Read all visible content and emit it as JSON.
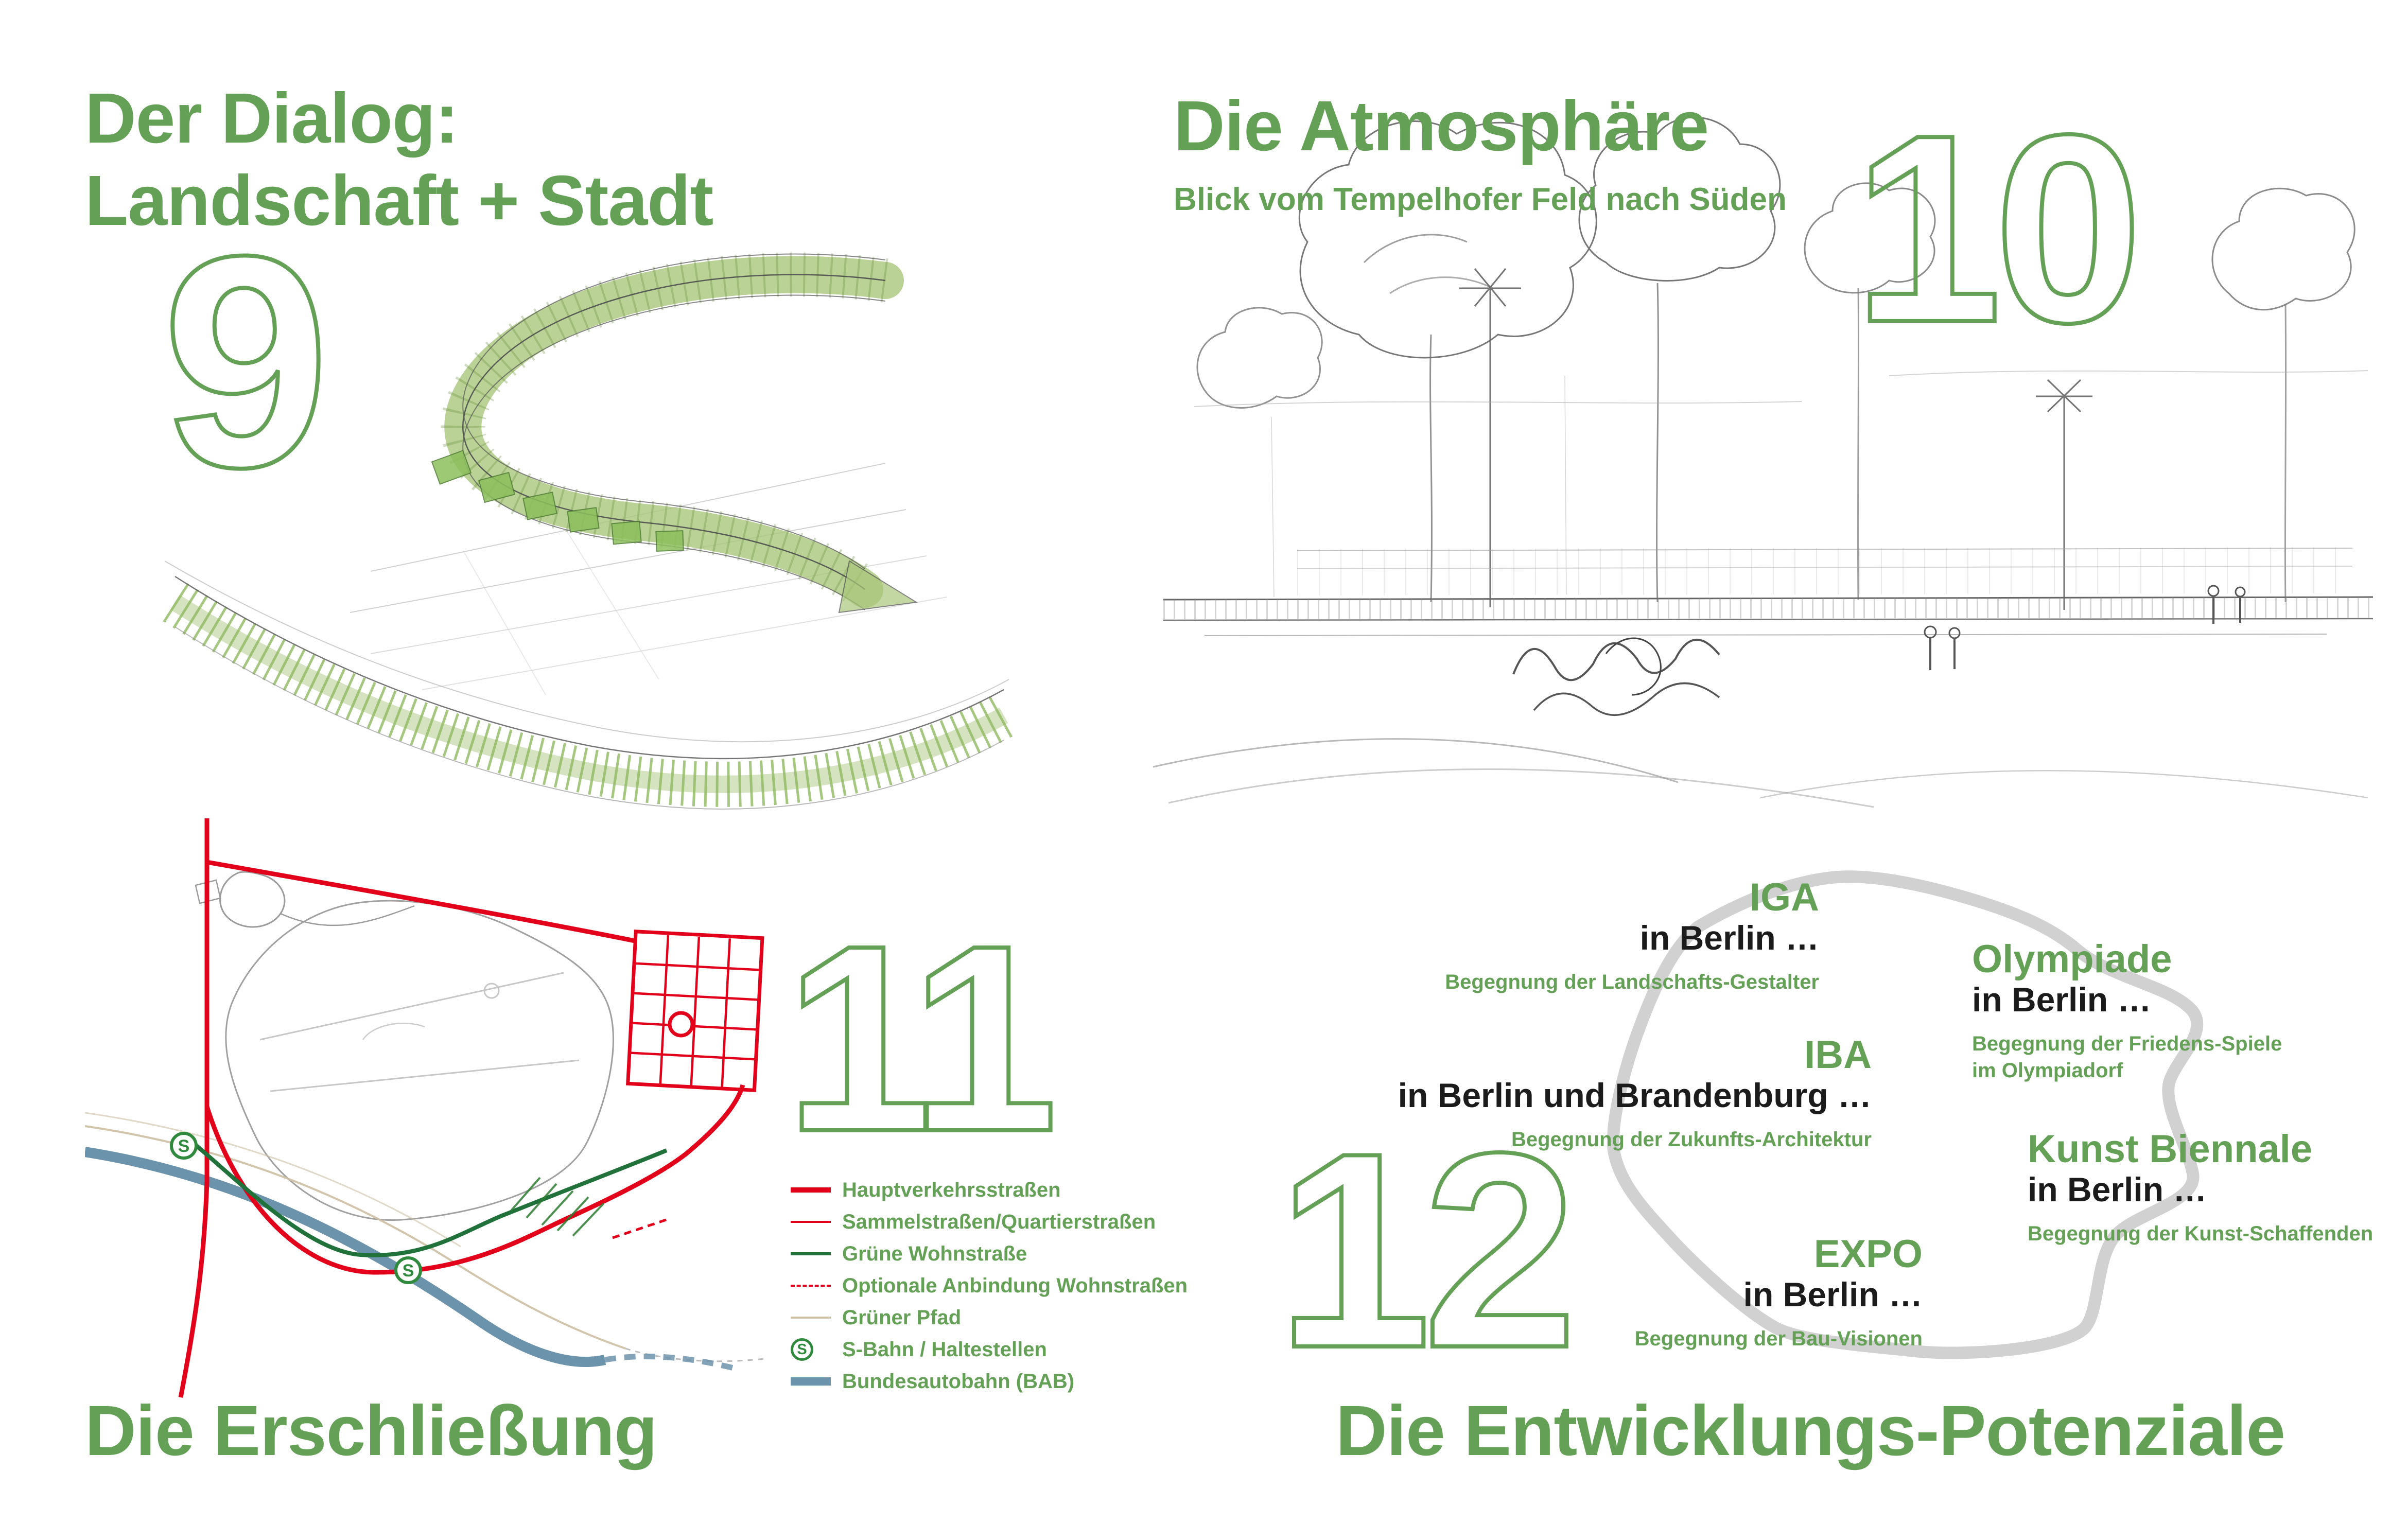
{
  "colors": {
    "green": "#64a156",
    "dark_green": "#20713a",
    "sbahn_green": "#2f8a3d",
    "red": "#e2001a",
    "autobahn_blue": "#6c93ac",
    "path_tan": "#cdbfa3",
    "boundary_gray": "#cdcdcd",
    "text_black": "#1b1b1b"
  },
  "panel_dialog": {
    "number": "9",
    "title_line1": "Der Dialog:",
    "title_line2": "Landschaft + Stadt"
  },
  "panel_atmosphere": {
    "number": "10",
    "title": "Die Atmosphäre",
    "subtitle": "Blick vom Tempelhofer Feld nach Süden"
  },
  "panel_access": {
    "number": "11",
    "title": "Die Erschließung",
    "legend": [
      {
        "label": "Hauptverkehrsstraßen",
        "type": "thick-red"
      },
      {
        "label": "Sammelstraßen/Quartierstraßen",
        "type": "thin-red"
      },
      {
        "label": "Grüne Wohnstraße",
        "type": "green"
      },
      {
        "label": "Optionale Anbindung Wohnstraßen",
        "type": "dashed-red"
      },
      {
        "label": "Grüner Pfad",
        "type": "tan"
      },
      {
        "label": "S-Bahn / Haltestellen",
        "type": "sbahn",
        "symbol": "S"
      },
      {
        "label": "Bundesautobahn (BAB)",
        "type": "thick-blue"
      }
    ]
  },
  "panel_potentials": {
    "number": "12",
    "title": "Die Entwicklungs-Potenziale",
    "events": [
      {
        "name": "IGA",
        "location": "in Berlin …",
        "description": "Begegnung der Landschafts-Gestalter"
      },
      {
        "name": "Olympiade",
        "location": "in Berlin …",
        "description": "Begegnung der Friedens-Spiele\nim Olympiadorf"
      },
      {
        "name": "IBA",
        "location": "in Berlin und Brandenburg …",
        "description": "Begegnung der Zukunfts-Architektur"
      },
      {
        "name": "Kunst Biennale",
        "location": "in Berlin …",
        "description": "Begegnung der Kunst-Schaffenden"
      },
      {
        "name": "EXPO",
        "location": "in Berlin …",
        "description": "Begegnung der Bau-Visionen"
      }
    ]
  }
}
